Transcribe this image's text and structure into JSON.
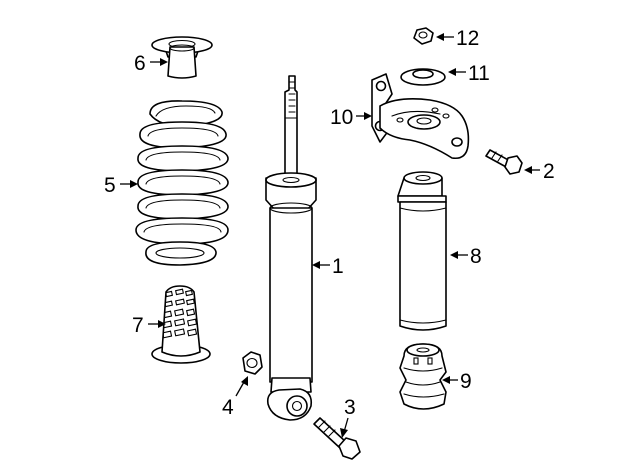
{
  "diagram": {
    "colors": {
      "line": "#000000",
      "fill": "#ffffff",
      "background": "#ffffff"
    },
    "callouts": [
      {
        "number": "1",
        "part": "shock-absorber"
      },
      {
        "number": "2",
        "part": "bracket-bolt"
      },
      {
        "number": "3",
        "part": "lower-mount-bolt"
      },
      {
        "number": "4",
        "part": "lower-mount-nut"
      },
      {
        "number": "5",
        "part": "coil-spring"
      },
      {
        "number": "6",
        "part": "upper-spring-insulator"
      },
      {
        "number": "7",
        "part": "lower-spring-seat"
      },
      {
        "number": "8",
        "part": "dust-boot"
      },
      {
        "number": "9",
        "part": "bump-stop"
      },
      {
        "number": "10",
        "part": "upper-mount-bracket"
      },
      {
        "number": "11",
        "part": "mount-washer"
      },
      {
        "number": "12",
        "part": "upper-mount-nut"
      }
    ]
  }
}
